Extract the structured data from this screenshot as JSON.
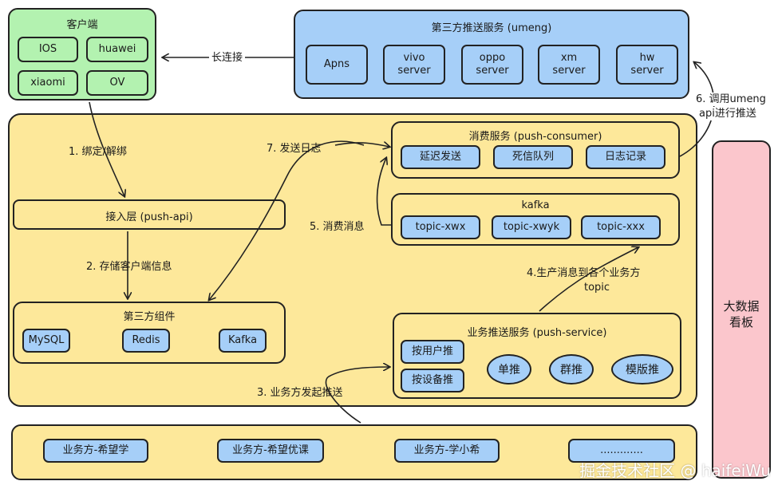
{
  "client": {
    "title": "客户端",
    "items": [
      "IOS",
      "huawei",
      "xiaomi",
      "OV"
    ]
  },
  "third_party_push": {
    "title": "第三方推送服务 (umeng)",
    "items": [
      "Apns",
      "vivo\nserver",
      "oppo\nserver",
      "xm\nserver",
      "hw\nserver"
    ]
  },
  "access_layer": {
    "title": "接入层 (push-api)"
  },
  "components": {
    "title": "第三方组件",
    "items": [
      "MySQL",
      "Redis",
      "Kafka"
    ]
  },
  "consumer": {
    "title": "消费服务 (push-consumer)",
    "items": [
      "延迟发送",
      "死信队列",
      "日志记录"
    ]
  },
  "kafka": {
    "title": "kafka",
    "items": [
      "topic-xwx",
      "topic-xwyk",
      "topic-xxx"
    ]
  },
  "push_service": {
    "title": "业务推送服务 (push-service)",
    "left_items": [
      "按用户推",
      "按设备推"
    ],
    "ovals": [
      "单推",
      "群推",
      "模版推"
    ]
  },
  "big_data": {
    "title": "大数据\n看板"
  },
  "business": {
    "items": [
      "业务方-希望学",
      "业务方-希望优课",
      "业务方-学小希",
      "............."
    ]
  },
  "labels": {
    "long_conn": "长连接",
    "bind": "1. 绑定/解绑",
    "store": "2. 存储客户端信息",
    "biz_push": "3. 业务方发起推送",
    "produce_line1": "4.生产消息到各个业务方",
    "produce_line2": "topic",
    "consume": "5. 消费消息",
    "call_line1": "6. 调用umeng",
    "call_line2": "api进行推送",
    "send_log": "7. 发送日志"
  },
  "watermark": "掘金技术社区 @ haifeiWu",
  "colors": {
    "green": "#b3f2b0",
    "blue": "#a6cff8",
    "yellow": "#fde89a",
    "pink": "#fbc6cc"
  }
}
